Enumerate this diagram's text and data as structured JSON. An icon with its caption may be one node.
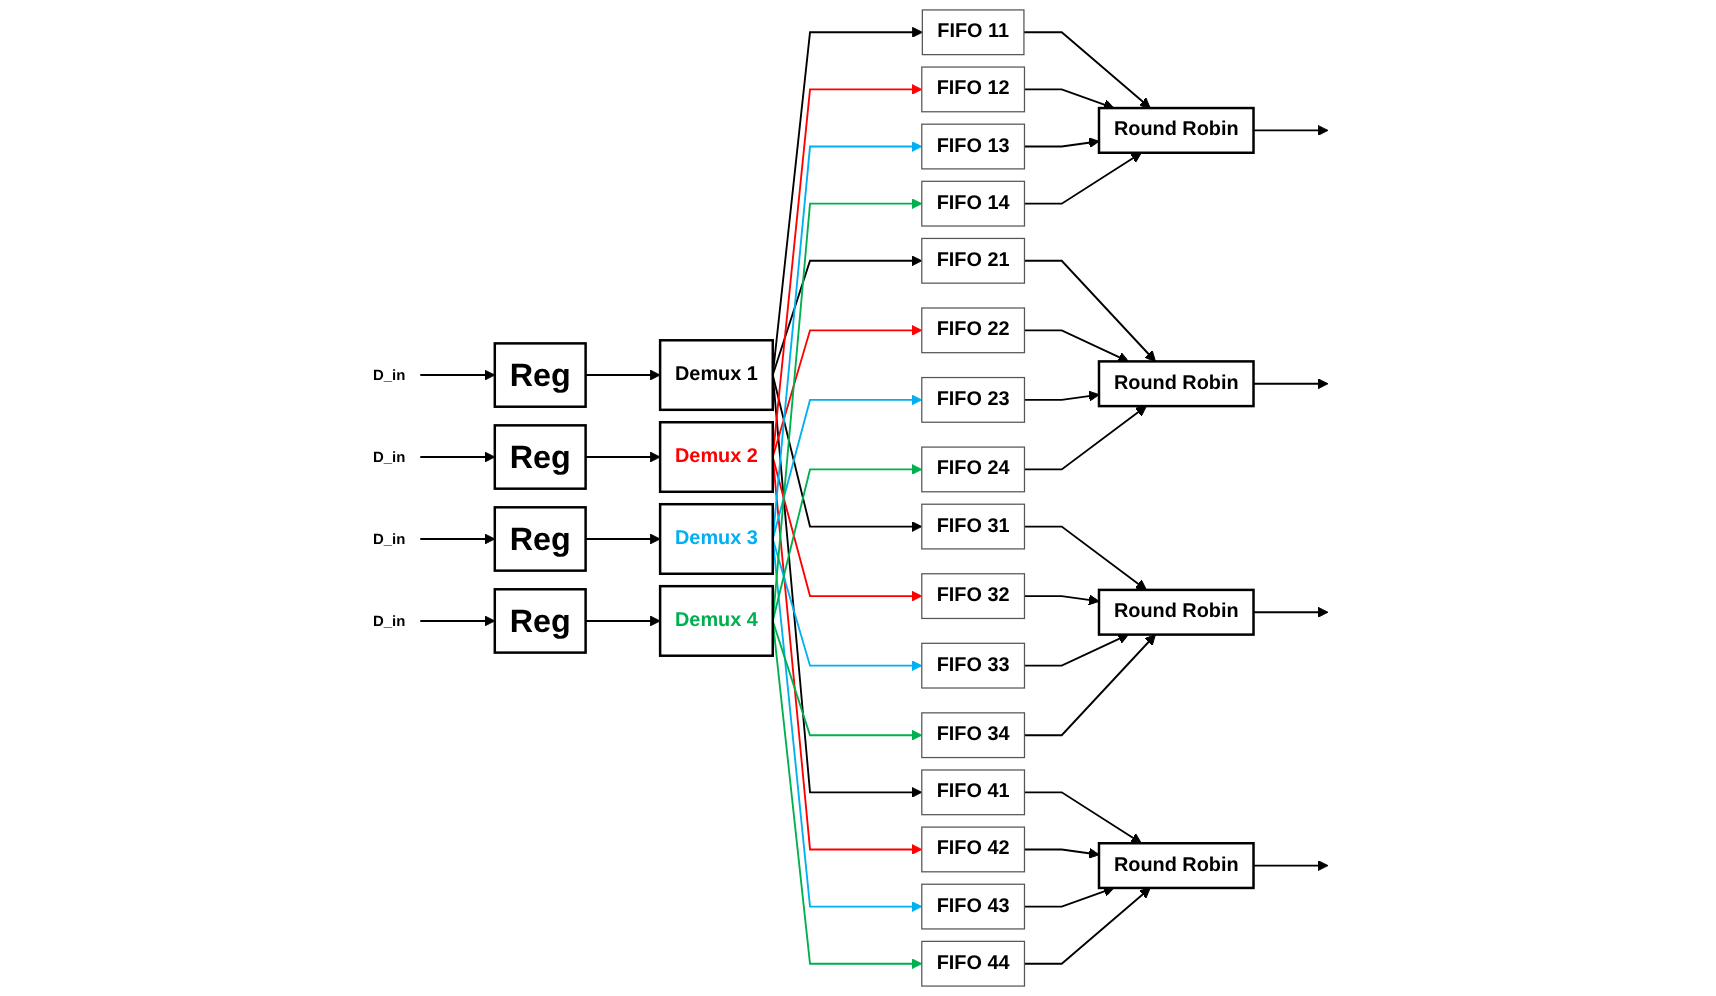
{
  "diagram": {
    "nodes": [
      {
        "text": [
          "D_in"
        ]
      },
      {
        "text": [
          "D_in"
        ]
      },
      {
        "text": [
          "D_in"
        ]
      },
      {
        "text": [
          "D_in"
        ]
      },
      {
        "text": [
          "Reg"
        ]
      },
      {
        "text": [
          "Reg"
        ]
      },
      {
        "text": [
          "Reg"
        ]
      },
      {
        "text": [
          "Reg"
        ]
      },
      {
        "text": [
          "Demux 1"
        ]
      },
      {
        "text": [
          "Demux 2"
        ]
      },
      {
        "text": [
          "Demux 3"
        ]
      },
      {
        "text": [
          "Demux 4"
        ]
      },
      {
        "text": [
          "FIFO 11"
        ]
      },
      {
        "text": [
          "FIFO 12"
        ]
      },
      {
        "text": [
          "FIFO 13"
        ]
      },
      {
        "text": [
          "FIFO 14"
        ]
      },
      {
        "text": [
          "FIFO 21"
        ]
      },
      {
        "text": [
          "FIFO 22"
        ]
      },
      {
        "text": [
          "FIFO 23"
        ]
      },
      {
        "text": [
          "FIFO 24"
        ]
      },
      {
        "text": [
          "FIFO 31"
        ]
      },
      {
        "text": [
          "FIFO 32"
        ]
      },
      {
        "text": [
          "FIFO 33"
        ]
      },
      {
        "text": [
          "FIFO 34"
        ]
      },
      {
        "text": [
          "FIFO 41"
        ]
      },
      {
        "text": [
          "FIFO 42"
        ]
      },
      {
        "text": [
          "FIFO 43"
        ]
      },
      {
        "text": [
          "FIFO 44"
        ]
      },
      {
        "text": [
          "Round Robin"
        ]
      },
      {
        "text": [
          "Round Robin"
        ]
      },
      {
        "text": [
          "Round Robin"
        ]
      },
      {
        "text": [
          "Round Robin"
        ]
      }
    ],
    "edges": [
      {
        "from": 0,
        "to": 4,
        "arrow": "to"
      },
      {
        "from": 1,
        "to": 5,
        "arrow": "to"
      },
      {
        "from": 2,
        "to": 6,
        "arrow": "to"
      },
      {
        "from": 3,
        "to": 7,
        "arrow": "to"
      },
      {
        "from": 4,
        "to": 8,
        "arrow": "to"
      },
      {
        "from": 5,
        "to": 9,
        "arrow": "to"
      },
      {
        "from": 6,
        "to": 10,
        "arrow": "to"
      },
      {
        "from": 7,
        "to": 11,
        "arrow": "to"
      },
      {
        "from": 8,
        "to": 12,
        "arrow": "to"
      },
      {
        "from": 8,
        "to": 16,
        "arrow": "to"
      },
      {
        "from": 8,
        "to": 20,
        "arrow": "to"
      },
      {
        "from": 8,
        "to": 24,
        "arrow": "to"
      },
      {
        "from": 9,
        "to": 13,
        "arrow": "to",
        "color": "#ff0000"
      },
      {
        "from": 9,
        "to": 17,
        "arrow": "to",
        "color": "#ff0000"
      },
      {
        "from": 9,
        "to": 21,
        "arrow": "to",
        "color": "#ff0000"
      },
      {
        "from": 9,
        "to": 25,
        "arrow": "to",
        "color": "#ff0000"
      },
      {
        "from": 10,
        "to": 14,
        "arrow": "to",
        "color": "#00b0f0"
      },
      {
        "from": 10,
        "to": 18,
        "arrow": "to",
        "color": "#00b0f0"
      },
      {
        "from": 10,
        "to": 22,
        "arrow": "to",
        "color": "#00b0f0"
      },
      {
        "from": 10,
        "to": 26,
        "arrow": "to",
        "color": "#00b0f0"
      },
      {
        "from": 11,
        "to": 15,
        "arrow": "to",
        "color": "#00b050"
      },
      {
        "from": 11,
        "to": 19,
        "arrow": "to",
        "color": "#00b050"
      },
      {
        "from": 11,
        "to": 23,
        "arrow": "to",
        "color": "#00b050"
      },
      {
        "from": 11,
        "to": 27,
        "arrow": "to",
        "color": "#00b050"
      },
      {
        "from": 12,
        "to": 28,
        "arrow": "to"
      },
      {
        "from": 13,
        "to": 28,
        "arrow": "to"
      },
      {
        "from": 14,
        "to": 28,
        "arrow": "to"
      },
      {
        "from": 15,
        "to": 28,
        "arrow": "to"
      },
      {
        "from": 16,
        "to": 29,
        "arrow": "to"
      },
      {
        "from": 17,
        "to": 29,
        "arrow": "to"
      },
      {
        "from": 18,
        "to": 29,
        "arrow": "to"
      },
      {
        "from": 19,
        "to": 29,
        "arrow": "to"
      },
      {
        "from": 20,
        "to": 30,
        "arrow": "to"
      },
      {
        "from": 21,
        "to": 30,
        "arrow": "to"
      },
      {
        "from": 22,
        "to": 30,
        "arrow": "to"
      },
      {
        "from": 23,
        "to": 30,
        "arrow": "to"
      },
      {
        "from": 24,
        "to": 31,
        "arrow": "to"
      },
      {
        "from": 25,
        "to": 31,
        "arrow": "to"
      },
      {
        "from": 26,
        "to": 31,
        "arrow": "to"
      },
      {
        "from": 27,
        "to": 31,
        "arrow": "to"
      },
      {
        "from": 28,
        "to": null,
        "arrow": "to"
      },
      {
        "from": 29,
        "to": null,
        "arrow": "to"
      },
      {
        "from": 30,
        "to": null,
        "arrow": "to"
      },
      {
        "from": 31,
        "to": null,
        "arrow": "to"
      }
    ]
  }
}
